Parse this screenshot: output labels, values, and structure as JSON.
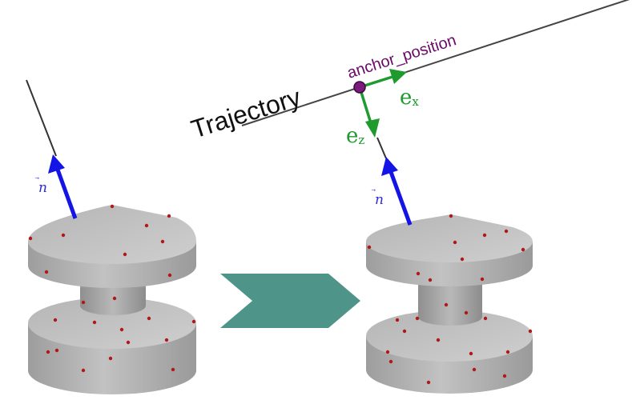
{
  "labels": {
    "trajectory": "Trajectory",
    "anchor_position": "anchor_position",
    "ex_base": "e",
    "ex_sub": "x",
    "ez_base": "e",
    "ez_sub": "z",
    "normal_left": "n",
    "normal_right": "n"
  },
  "colors": {
    "trajectory_line": "#444444",
    "anchor_point": "#6a0a6a",
    "basis_vectors": "#1e9a2e",
    "normal_vector": "#1414e6",
    "transform_arrow": "#4f9489",
    "body_light": "#c8c8c8",
    "body_mid": "#a9a9a9",
    "body_dark": "#8e8e8e",
    "surface_points": "#b01818"
  },
  "icons": {
    "transform": "chevron-arrow-icon",
    "normal_arrow": "arrow-up-icon"
  }
}
